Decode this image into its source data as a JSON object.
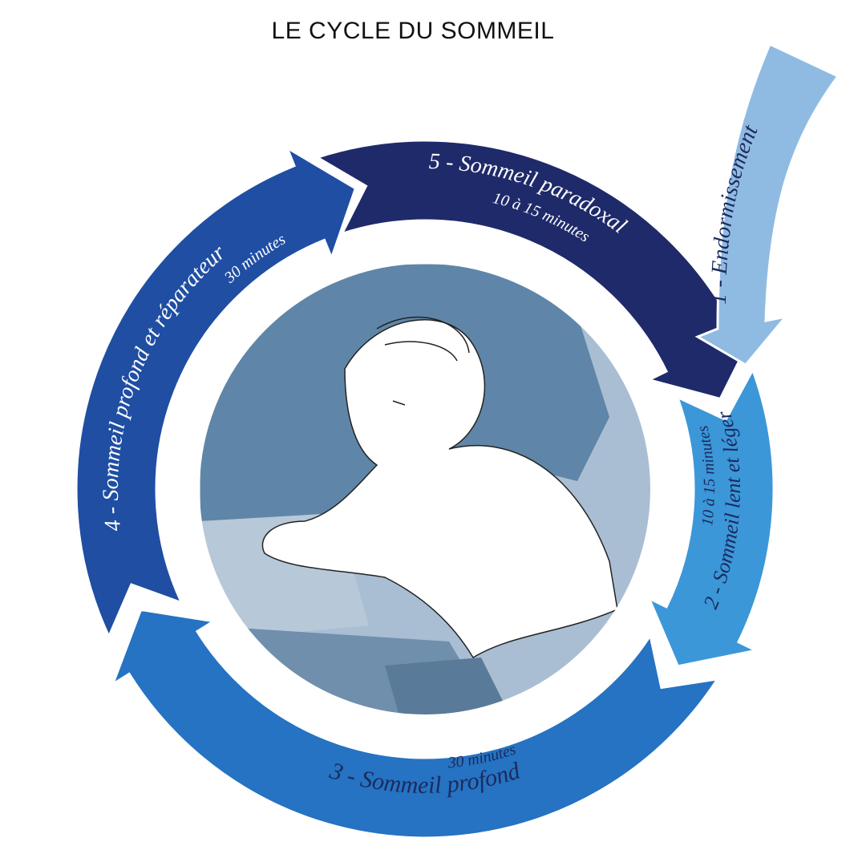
{
  "title": "LE CYCLE DU SOMMEIL",
  "colors": {
    "stage1": "#8fbbe2",
    "stage2": "#3b97d8",
    "stage3": "#2573c2",
    "stage4": "#1f4ea3",
    "stage5": "#1f2a6a",
    "illustration_bg": "#a9bed3"
  },
  "stages": [
    {
      "label": "1 - Endormissement",
      "duration": ""
    },
    {
      "label": "2 - Sommeil lent et léger",
      "duration": "10 à 15 minutes"
    },
    {
      "label": "3 - Sommeil profond",
      "duration": "30 minutes"
    },
    {
      "label": "4 - Sommeil profond et réparateur",
      "duration": "30 minutes"
    },
    {
      "label": "5 - Sommeil paradoxal",
      "duration": "10 à 15 minutes"
    }
  ]
}
